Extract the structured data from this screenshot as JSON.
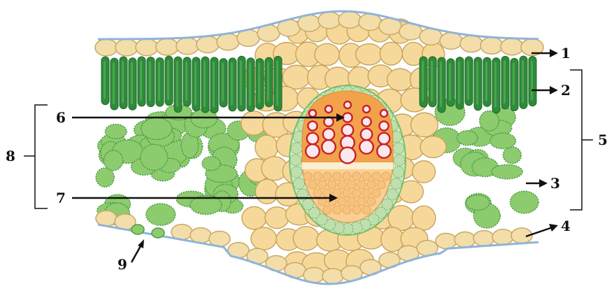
{
  "colors": {
    "background": "#ffffff",
    "epidermis": "#f3deaa",
    "epidermis_edge": "#c9a866",
    "cuticle": "#8fb4d8",
    "palisade": "#2e8b3a",
    "palisade_light": "#5fb85f",
    "spongy": "#8ccc6e",
    "spongy_edge": "#4f9a45",
    "midrib": "#f6d99a",
    "midrib_edge": "#c7a25a",
    "bundle_sheath": "#cfe8c0",
    "xylem_bg": "#f2a24a",
    "xylem_vessel": "#c8202a",
    "phloem": "#f9cf93",
    "callout": "#111111"
  },
  "labels": {
    "n1": "1",
    "n2": "2",
    "n3": "3",
    "n4": "4",
    "n5": "5",
    "n6": "6",
    "n7": "7",
    "n8": "8",
    "n9": "9"
  }
}
